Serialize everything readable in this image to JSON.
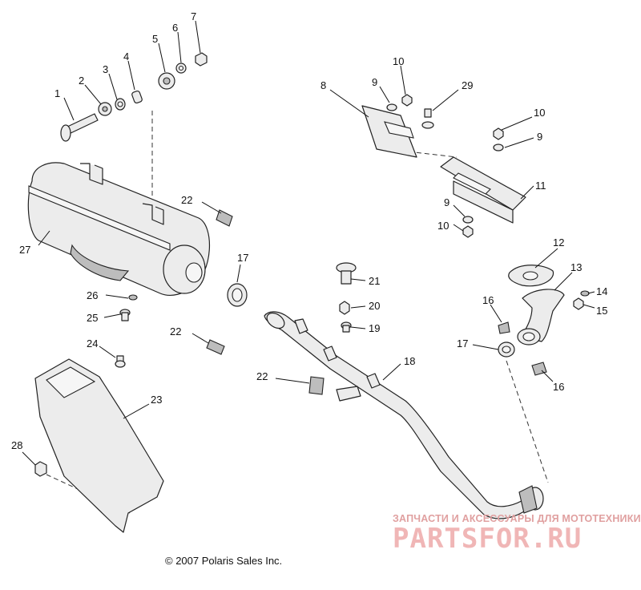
{
  "callouts": {
    "c1": "1",
    "c2": "2",
    "c3": "3",
    "c4": "4",
    "c5": "5",
    "c6": "6",
    "c7": "7",
    "c8": "8",
    "c9a": "9",
    "c9b": "9",
    "c9c": "9",
    "c10a": "10",
    "c10b": "10",
    "c10c": "10",
    "c11": "11",
    "c12": "12",
    "c13": "13",
    "c14": "14",
    "c15": "15",
    "c16a": "16",
    "c16b": "16",
    "c17a": "17",
    "c17b": "17",
    "c18": "18",
    "c19": "19",
    "c20": "20",
    "c21": "21",
    "c22a": "22",
    "c22b": "22",
    "c22c": "22",
    "c23": "23",
    "c24": "24",
    "c25": "25",
    "c26": "26",
    "c27": "27",
    "c28": "28",
    "c29": "29"
  },
  "footer": {
    "copyright": "© 2007 Polaris Sales Inc."
  },
  "watermark": {
    "line1": "ЗАПЧАСТИ И АКСЕССУАРЫ ДЛЯ МОТОТЕХНИКИ",
    "brand": "PARTSFOR.RU"
  },
  "colors": {
    "line": "#222222",
    "part_fill": "#ececec",
    "watermark": "#f0b6b6"
  }
}
